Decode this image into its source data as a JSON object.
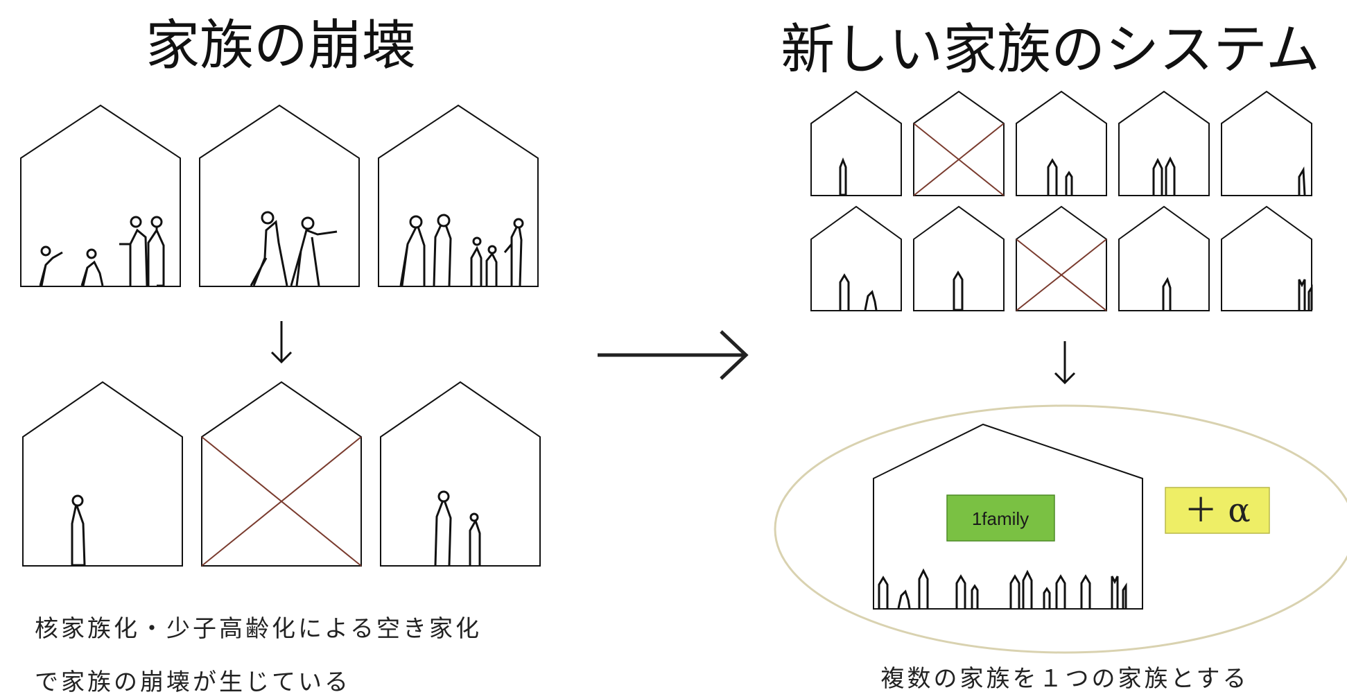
{
  "left_panel": {
    "title": "家族の崩壊",
    "caption_line1": "核家族化・少子高齢化による空き家化",
    "caption_line2": "で家族の崩壊が生じている"
  },
  "right_panel": {
    "title": "新しい家族のシステム",
    "caption": "複数の家族を１つの家族とする",
    "family_label": "1family",
    "plus_alpha": "＋ α"
  },
  "colors": {
    "line": "#111111",
    "cross": "#7a3b2e",
    "family_box": "#7ac143",
    "alpha_box": "#eeee66",
    "ellipse_stroke": "#d9d2b0"
  }
}
